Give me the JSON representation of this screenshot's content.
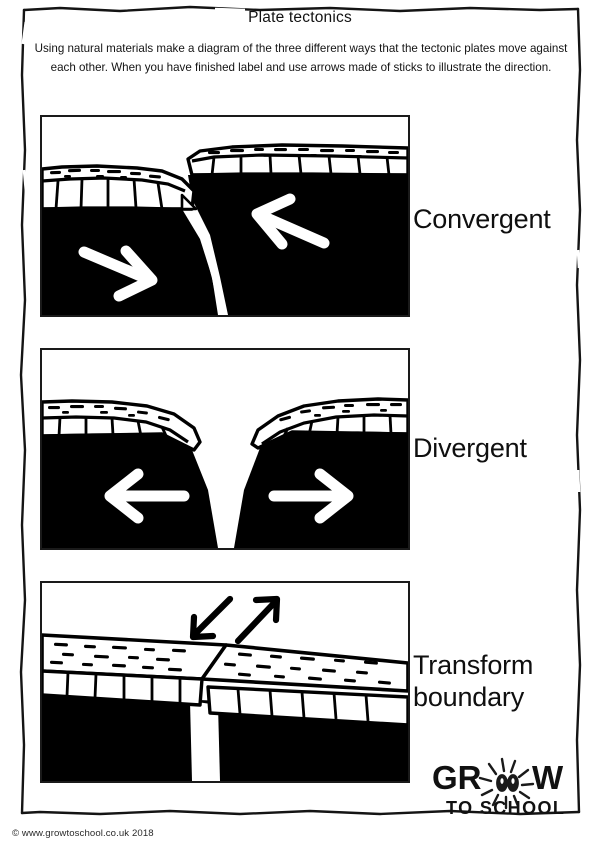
{
  "document": {
    "title": "Plate tectonics",
    "instructions": "Using natural materials make a diagram of the three different ways that the tectonic plates move against each other. When you have finished label and use arrows made of sticks to illustrate the direction."
  },
  "diagrams": [
    {
      "id": "convergent",
      "label": "Convergent",
      "description": "Two tectonic plates colliding, one subducting beneath the other",
      "arrows": [
        {
          "direction": "right",
          "color": "#ffffff",
          "position": "left-plate"
        },
        {
          "direction": "left",
          "color": "#ffffff",
          "position": "right-plate"
        }
      ],
      "layers": [
        "soil-texture",
        "crust-blocks",
        "mantle"
      ]
    },
    {
      "id": "divergent",
      "label": "Divergent",
      "description": "Two tectonic plates pulling apart forming a rift valley",
      "arrows": [
        {
          "direction": "left",
          "color": "#ffffff",
          "position": "left-plate"
        },
        {
          "direction": "right",
          "color": "#ffffff",
          "position": "right-plate"
        }
      ],
      "layers": [
        "soil-texture",
        "crust-blocks",
        "mantle"
      ]
    },
    {
      "id": "transform-boundary",
      "label": "Transform\nboundary",
      "description": "Two tectonic plates sliding horizontally past each other",
      "arrows": [
        {
          "direction": "down-left",
          "color": "#000000",
          "position": "left-plate"
        },
        {
          "direction": "up-right",
          "color": "#000000",
          "position": "right-plate"
        }
      ],
      "layers": [
        "soil-texture",
        "crust-blocks",
        "mantle"
      ]
    }
  ],
  "branding": {
    "logo_line1": "GR",
    "logo_line1_end": "W",
    "logo_line2": "TO SCHOOL",
    "logo_icon": "sprouting-seed-icon"
  },
  "footer": {
    "copyright": "© www.growtoschool.co.uk 2018"
  },
  "colors": {
    "ink": "#111111",
    "paper": "#ffffff",
    "mantle": "#000000",
    "arrow_light": "#ffffff",
    "arrow_dark": "#000000"
  }
}
